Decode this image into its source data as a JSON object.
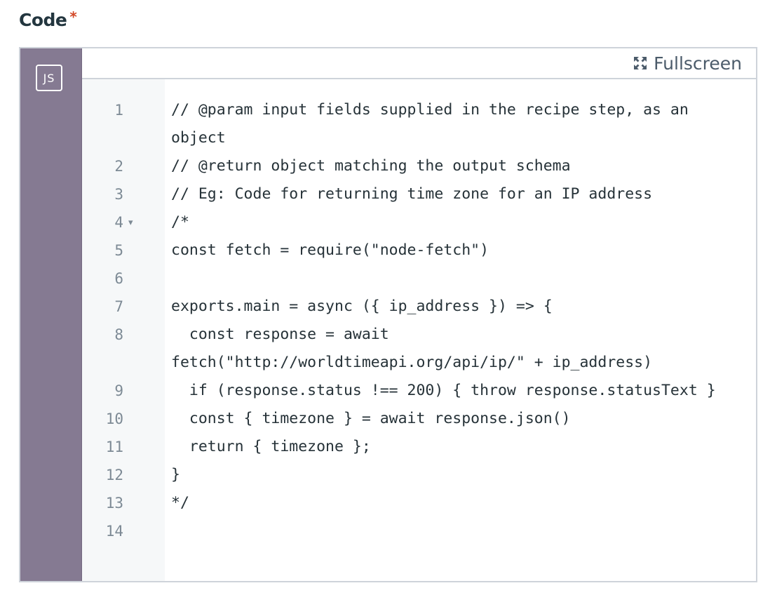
{
  "field": {
    "label": "Code",
    "required_mark": "*"
  },
  "editor": {
    "language_badge": "JS",
    "fullscreen_label": "Fullscreen",
    "fullscreen_icon": "expand-icon",
    "fold_icon": "caret-down-icon",
    "lines": [
      {
        "n": "1",
        "text": "// @param input fields supplied in the recipe step, as an object"
      },
      {
        "n": "2",
        "text": "// @return object matching the output schema"
      },
      {
        "n": "3",
        "text": "// Eg: Code for returning time zone for an IP address"
      },
      {
        "n": "4",
        "text": "/*",
        "fold": "▾"
      },
      {
        "n": "5",
        "text": "const fetch = require(\"node-fetch\")"
      },
      {
        "n": "6",
        "text": ""
      },
      {
        "n": "7",
        "text": "exports.main = async ({ ip_address }) => {"
      },
      {
        "n": "8",
        "text": "  const response = await fetch(\"http://worldtimeapi.org/api/ip/\" + ip_address)"
      },
      {
        "n": "9",
        "text": "  if (response.status !== 200) { throw response.statusText }"
      },
      {
        "n": "10",
        "text": "  const { timezone } = await response.json()"
      },
      {
        "n": "11",
        "text": "  return { timezone };"
      },
      {
        "n": "12",
        "text": "}"
      },
      {
        "n": "13",
        "text": "*/"
      },
      {
        "n": "14",
        "text": ""
      }
    ]
  },
  "colors": {
    "rail": "#857a92",
    "gutter": "#f6f8f9",
    "required": "#d24726",
    "border": "#ced3da"
  }
}
